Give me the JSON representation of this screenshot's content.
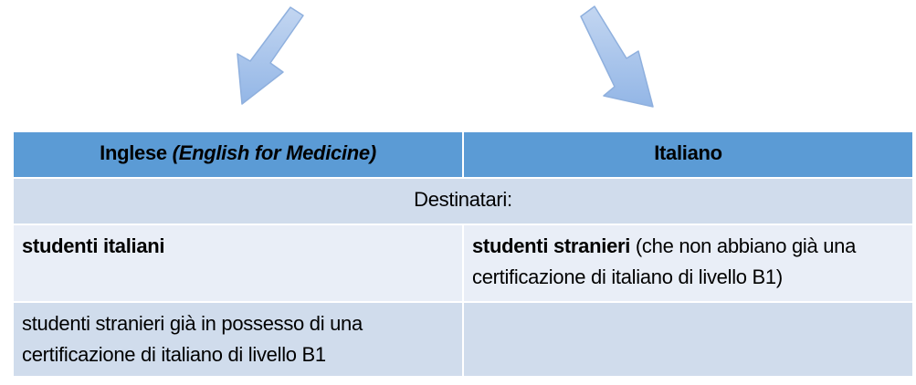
{
  "header": {
    "col1_prefix": "Inglese ",
    "col1_italic": "(English for Medicine)",
    "col2": "Italiano"
  },
  "subheader": "Destinatari:",
  "rows": [
    {
      "col1_bold": "studenti italiani",
      "col2_bold": "studenti stranieri",
      "col2_rest": " (che non abbiano già una certificazione di italiano di livello B1)"
    },
    {
      "col1": "studenti stranieri già in possesso di una certificazione di italiano di livello B1",
      "col2": ""
    }
  ],
  "colors": {
    "header_bg": "#5b9bd5",
    "row_light": "#e9eef7",
    "row_dark": "#d0dcec",
    "arrow_fill": "#a9c5ea",
    "arrow_stroke": "#8fb0de"
  },
  "icons": [
    "arrow-down-left-icon",
    "arrow-down-right-icon"
  ]
}
